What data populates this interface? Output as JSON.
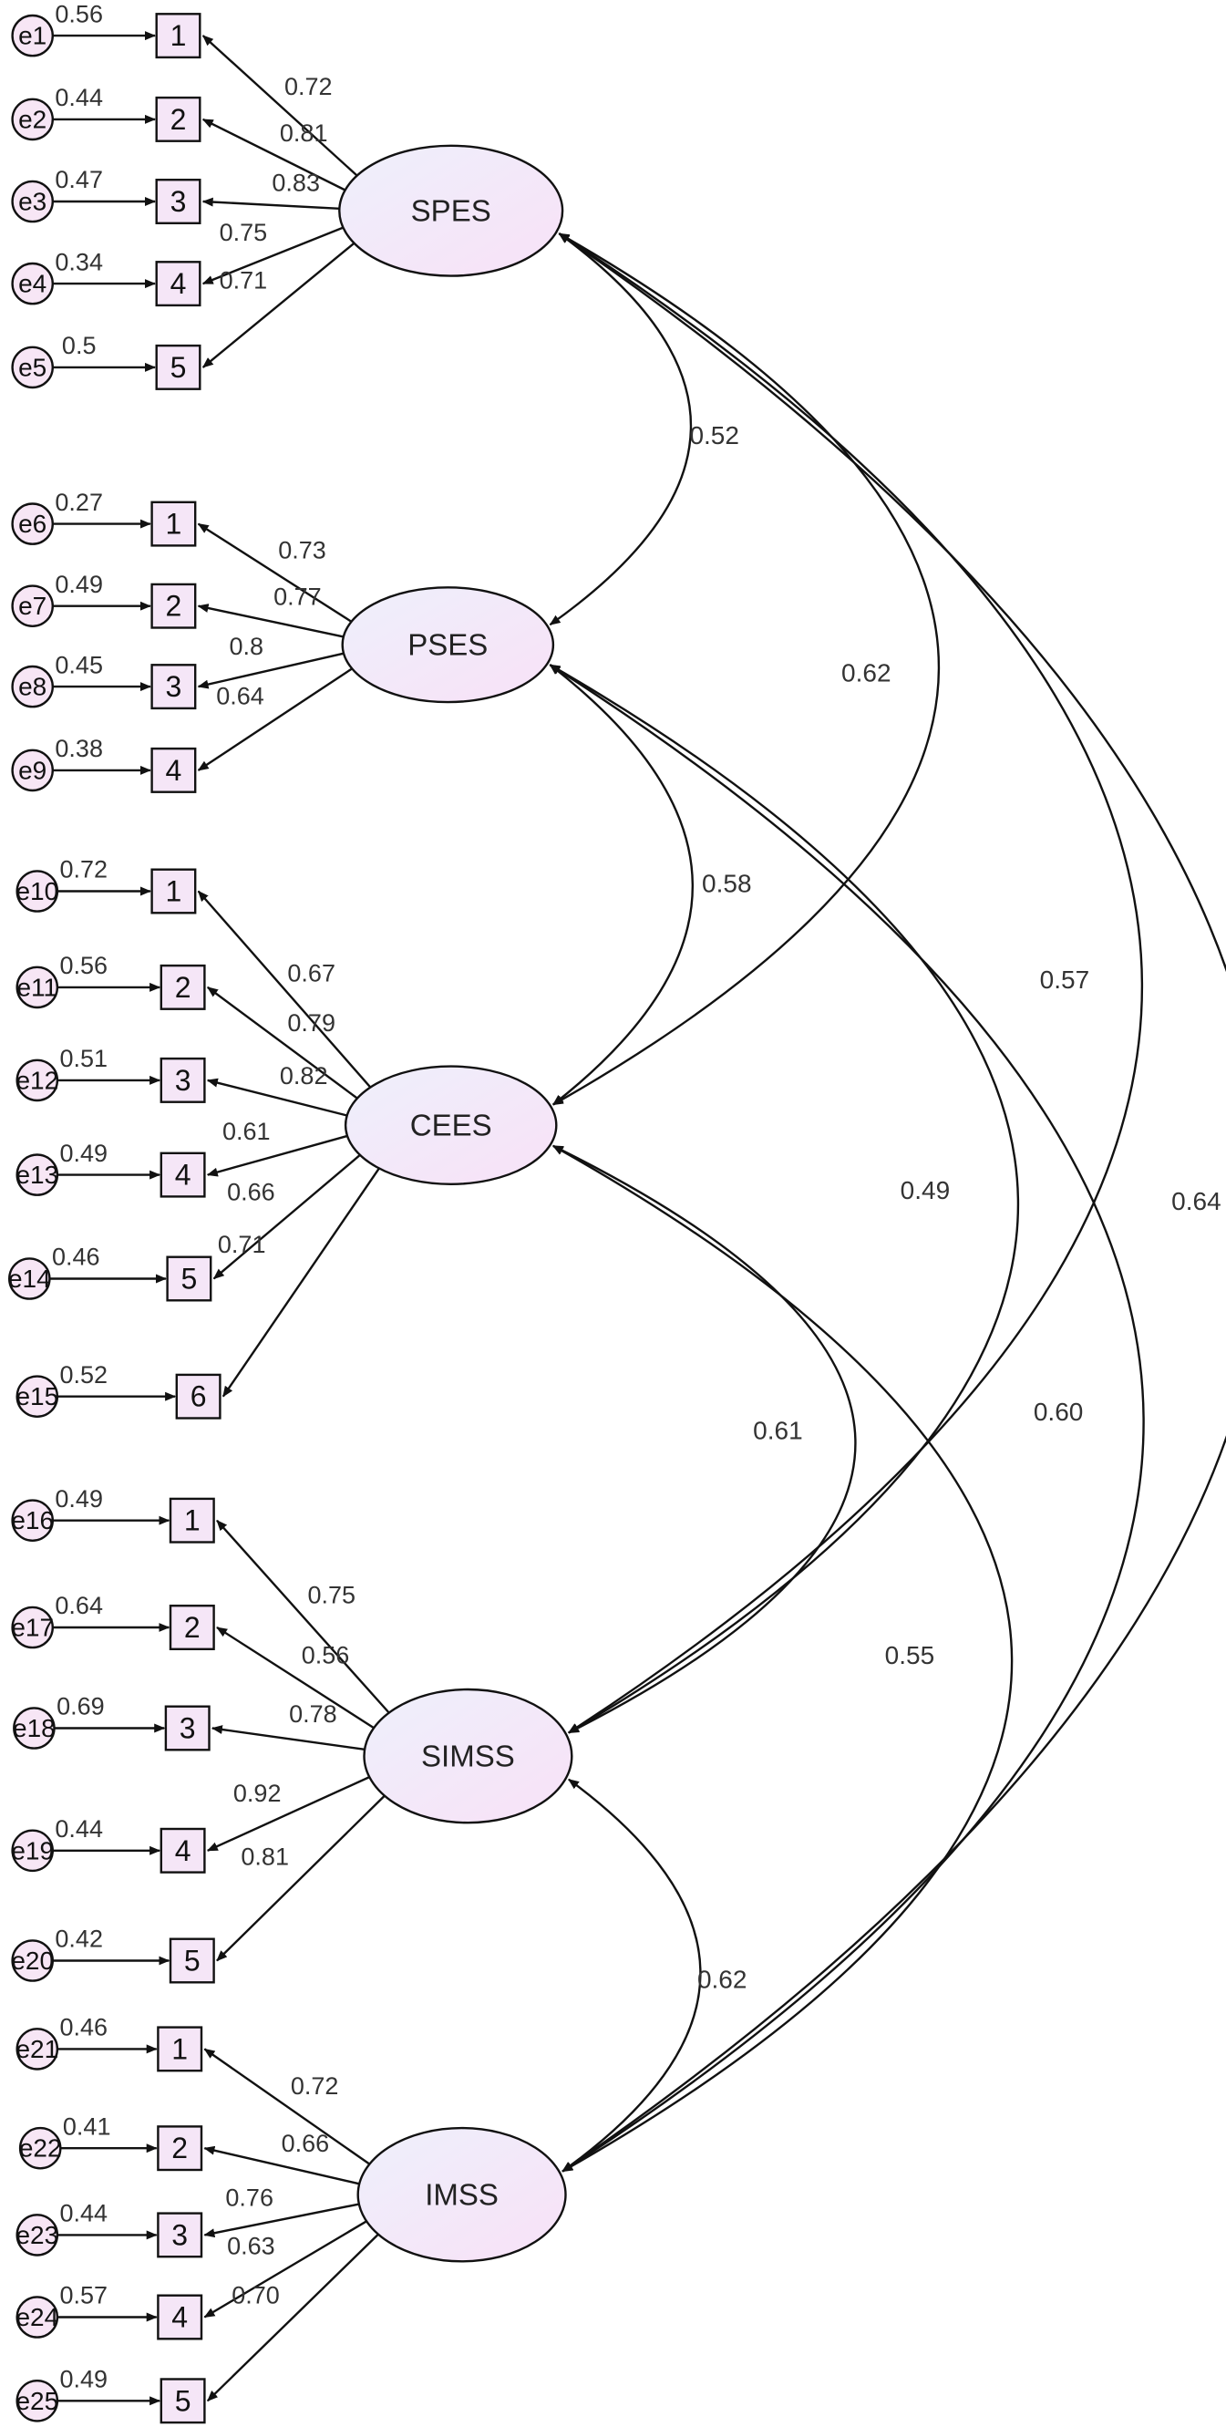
{
  "colors": {
    "ellipse_fill_start": "#eef0fb",
    "ellipse_fill_end": "#f8e1f7",
    "box_fill": "#f5e6f7",
    "error_fill": "#f7e6f5",
    "stroke": "#111111"
  },
  "factors": [
    {
      "name": "SPES",
      "indicators": [
        {
          "label": "1",
          "error": "e1",
          "error_variance": "0.56",
          "loading": "0.72"
        },
        {
          "label": "2",
          "error": "e2",
          "error_variance": "0.44",
          "loading": "0.81"
        },
        {
          "label": "3",
          "error": "e3",
          "error_variance": "0.47",
          "loading": "0.83"
        },
        {
          "label": "4",
          "error": "e4",
          "error_variance": "0.34",
          "loading": "0.75"
        },
        {
          "label": "5",
          "error": "e5",
          "error_variance": "0.5",
          "loading": "0.71"
        }
      ]
    },
    {
      "name": "PSES",
      "indicators": [
        {
          "label": "1",
          "error": "e6",
          "error_variance": "0.27",
          "loading": "0.73"
        },
        {
          "label": "2",
          "error": "e7",
          "error_variance": "0.49",
          "loading": "0.77"
        },
        {
          "label": "3",
          "error": "e8",
          "error_variance": "0.45",
          "loading": "0.8"
        },
        {
          "label": "4",
          "error": "e9",
          "error_variance": "0.38",
          "loading": "0.64"
        }
      ]
    },
    {
      "name": "CEES",
      "indicators": [
        {
          "label": "1",
          "error": "e10",
          "error_variance": "0.72",
          "loading": "0.67"
        },
        {
          "label": "2",
          "error": "e11",
          "error_variance": "0.56",
          "loading": "0.79"
        },
        {
          "label": "3",
          "error": "e12",
          "error_variance": "0.51",
          "loading": "0.82"
        },
        {
          "label": "4",
          "error": "e13",
          "error_variance": "0.49",
          "loading": "0.61"
        },
        {
          "label": "5",
          "error": "e14",
          "error_variance": "0.46",
          "loading": "0.66"
        },
        {
          "label": "6",
          "error": "e15",
          "error_variance": "0.52",
          "loading": "0.71"
        }
      ]
    },
    {
      "name": "SIMSS",
      "indicators": [
        {
          "label": "1",
          "error": "e16",
          "error_variance": "0.49",
          "loading": "0.75"
        },
        {
          "label": "2",
          "error": "e17",
          "error_variance": "0.64",
          "loading": "0.56"
        },
        {
          "label": "3",
          "error": "e18",
          "error_variance": "0.69",
          "loading": "0.78"
        },
        {
          "label": "4",
          "error": "e19",
          "error_variance": "0.44",
          "loading": "0.92"
        },
        {
          "label": "5",
          "error": "e20",
          "error_variance": "0.42",
          "loading": "0.81"
        }
      ]
    },
    {
      "name": "IMSS",
      "indicators": [
        {
          "label": "1",
          "error": "e21",
          "error_variance": "0.46",
          "loading": "0.72"
        },
        {
          "label": "2",
          "error": "e22",
          "error_variance": "0.41",
          "loading": "0.66"
        },
        {
          "label": "3",
          "error": "e23",
          "error_variance": "0.44",
          "loading": "0.76"
        },
        {
          "label": "4",
          "error": "e24",
          "error_variance": "0.57",
          "loading": "0.63"
        },
        {
          "label": "5",
          "error": "e25",
          "error_variance": "0.49",
          "loading": "0.70"
        }
      ]
    }
  ],
  "correlations": [
    {
      "from": "SPES",
      "to": "PSES",
      "value": "0.52"
    },
    {
      "from": "SPES",
      "to": "CEES",
      "value": "0.62"
    },
    {
      "from": "SPES",
      "to": "SIMSS",
      "value": "0.57"
    },
    {
      "from": "SPES",
      "to": "IMSS",
      "value": "0.64"
    },
    {
      "from": "PSES",
      "to": "CEES",
      "value": "0.58"
    },
    {
      "from": "PSES",
      "to": "SIMSS",
      "value": "0.49"
    },
    {
      "from": "PSES",
      "to": "IMSS",
      "value": "0.60"
    },
    {
      "from": "CEES",
      "to": "SIMSS",
      "value": "0.61"
    },
    {
      "from": "CEES",
      "to": "IMSS",
      "value": "0.55"
    },
    {
      "from": "SIMSS",
      "to": "IMSS",
      "value": "0.62"
    }
  ]
}
